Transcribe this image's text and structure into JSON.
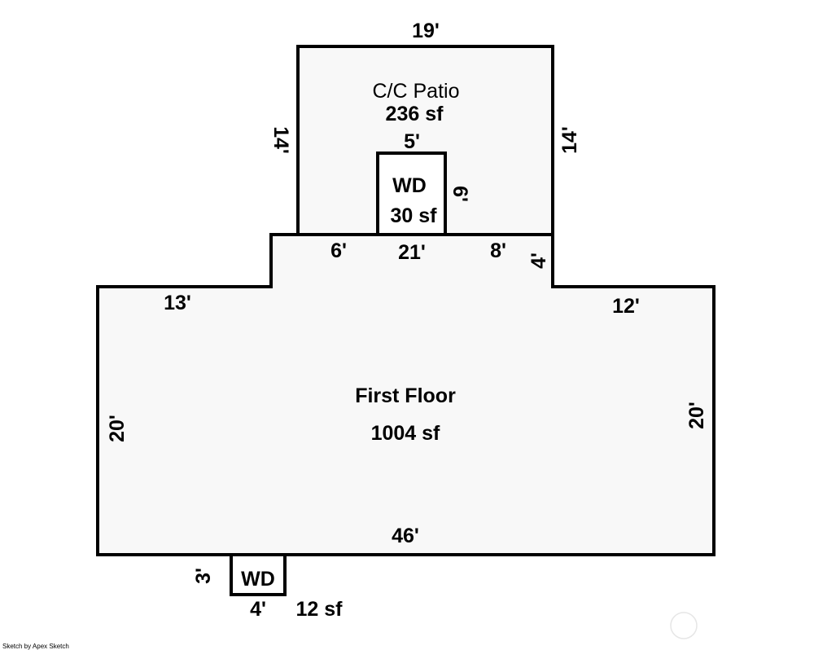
{
  "areas": {
    "patio": {
      "name": "C/C Patio",
      "area": "236 sf",
      "dims": {
        "top": "19'",
        "left": "14'",
        "right": "14'"
      }
    },
    "wd_upper": {
      "name": "WD",
      "area": "30 sf",
      "dims": {
        "top": "5'",
        "right": "6'"
      }
    },
    "first_floor": {
      "name": "First Floor",
      "area": "1004 sf",
      "dims": {
        "step_left": "6'",
        "step_top": "21'",
        "step_right": "8'",
        "step_right_side": "4'",
        "left_top": "13'",
        "right_top": "12'",
        "left": "20'",
        "right": "20'",
        "bottom": "46'"
      }
    },
    "wd_lower": {
      "name": "WD",
      "area": "12 sf",
      "dims": {
        "left": "3'",
        "bottom": "4'"
      }
    }
  },
  "credit": "Sketch by Apex Sketch"
}
